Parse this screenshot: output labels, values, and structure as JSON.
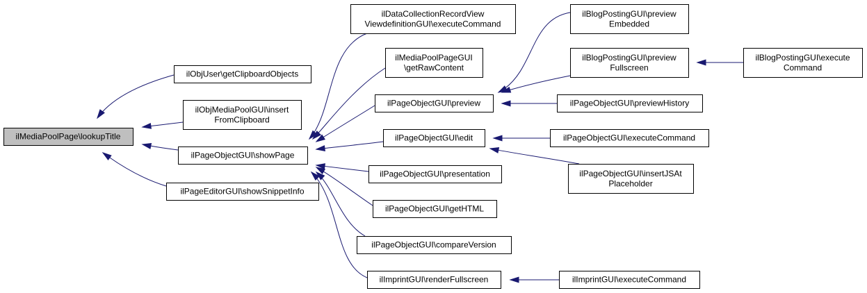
{
  "colors": {
    "edge": "#191970",
    "root_fill": "#bfbfbf",
    "node_fill": "#ffffff",
    "border": "#000000"
  },
  "nodes": [
    {
      "id": "root",
      "lines": [
        "ilMediaPoolPage\\lookupTitle"
      ],
      "root": true
    },
    {
      "id": "getClipboardObjects",
      "lines": [
        "ilObjUser\\getClipboardObjects"
      ]
    },
    {
      "id": "insertFromClipboard",
      "lines": [
        "ilObjMediaPoolGUI\\insert",
        "FromClipboard"
      ]
    },
    {
      "id": "showPage",
      "lines": [
        "ilPageObjectGUI\\showPage"
      ]
    },
    {
      "id": "showSnippetInfo",
      "lines": [
        "ilPageEditorGUI\\showSnippetInfo"
      ]
    },
    {
      "id": "dcExecuteCommand",
      "lines": [
        "ilDataCollectionRecordView",
        "ViewdefinitionGUI\\executeCommand"
      ]
    },
    {
      "id": "getRawContent",
      "lines": [
        "ilMediaPoolPageGUI",
        "\\getRawContent"
      ]
    },
    {
      "id": "preview",
      "lines": [
        "ilPageObjectGUI\\preview"
      ]
    },
    {
      "id": "edit",
      "lines": [
        "ilPageObjectGUI\\edit"
      ]
    },
    {
      "id": "presentation",
      "lines": [
        "ilPageObjectGUI\\presentation"
      ]
    },
    {
      "id": "getHTML",
      "lines": [
        "ilPageObjectGUI\\getHTML"
      ]
    },
    {
      "id": "compareVersion",
      "lines": [
        "ilPageObjectGUI\\compareVersion"
      ]
    },
    {
      "id": "renderFullscreen",
      "lines": [
        "ilImprintGUI\\renderFullscreen"
      ]
    },
    {
      "id": "previewEmbedded",
      "lines": [
        "ilBlogPostingGUI\\preview",
        "Embedded"
      ]
    },
    {
      "id": "previewFullscreen",
      "lines": [
        "ilBlogPostingGUI\\preview",
        "Fullscreen"
      ]
    },
    {
      "id": "previewHistory",
      "lines": [
        "ilPageObjectGUI\\previewHistory"
      ]
    },
    {
      "id": "pageExecuteCommand",
      "lines": [
        "ilPageObjectGUI\\executeCommand"
      ]
    },
    {
      "id": "insertJSAtPlaceholder",
      "lines": [
        "ilPageObjectGUI\\insertJSAt",
        "Placeholder"
      ]
    },
    {
      "id": "imprintExecuteCommand",
      "lines": [
        "ilImprintGUI\\executeCommand"
      ]
    },
    {
      "id": "blogExecuteCommand",
      "lines": [
        "ilBlogPostingGUI\\execute",
        "Command"
      ]
    }
  ],
  "edges": [
    {
      "from": "getClipboardObjects",
      "to": "root"
    },
    {
      "from": "insertFromClipboard",
      "to": "root"
    },
    {
      "from": "showPage",
      "to": "root"
    },
    {
      "from": "showSnippetInfo",
      "to": "root"
    },
    {
      "from": "dcExecuteCommand",
      "to": "showPage"
    },
    {
      "from": "getRawContent",
      "to": "showPage"
    },
    {
      "from": "preview",
      "to": "showPage"
    },
    {
      "from": "edit",
      "to": "showPage"
    },
    {
      "from": "presentation",
      "to": "showPage"
    },
    {
      "from": "getHTML",
      "to": "showPage"
    },
    {
      "from": "compareVersion",
      "to": "showPage"
    },
    {
      "from": "renderFullscreen",
      "to": "showPage"
    },
    {
      "from": "previewEmbedded",
      "to": "preview"
    },
    {
      "from": "previewFullscreen",
      "to": "preview"
    },
    {
      "from": "previewHistory",
      "to": "preview"
    },
    {
      "from": "pageExecuteCommand",
      "to": "edit"
    },
    {
      "from": "insertJSAtPlaceholder",
      "to": "edit"
    },
    {
      "from": "imprintExecuteCommand",
      "to": "renderFullscreen"
    },
    {
      "from": "blogExecuteCommand",
      "to": "previewFullscreen"
    }
  ]
}
